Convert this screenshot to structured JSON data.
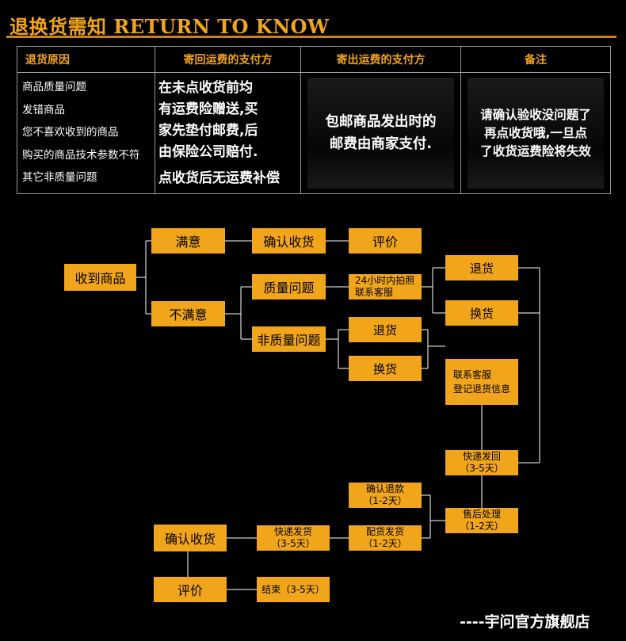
{
  "header": {
    "title": "退换货需知 RETURN TO KNOW"
  },
  "table": {
    "headers": [
      "退货原因",
      "寄回运费的支付方",
      "寄出运费的支付方",
      "备注"
    ],
    "reasons": [
      "商品质量问题",
      "发错商品",
      "您不喜欢收到的商品",
      "购买的商品技术参数不符",
      "其它非质量问题"
    ],
    "return_shipping_lines": [
      "在未点收货前均",
      "有运费险赠送,买",
      "家先垫付邮费,后",
      "由保险公司赔付."
    ],
    "return_shipping_note": "点收货后无运费补偿",
    "send_shipping_lines": [
      "包邮商品发出时的",
      "邮费由商家支付."
    ],
    "remark_lines": [
      "请确认验收没问题了",
      "再点收货哦,一旦点",
      "了收货运费险将失效"
    ]
  },
  "flow": {
    "receive": "收到商品",
    "satisfied": "满意",
    "confirm_receipt": "确认收货",
    "review": "评价",
    "unsatisfied": "不满意",
    "quality_issue": "质量问题",
    "contact_24h": [
      "24小时内拍照",
      "联系客服"
    ],
    "return_q": "退货",
    "exchange_q": "换货",
    "non_quality_issue": "非质量问题",
    "return_nq": "退货",
    "exchange_nq": "换货",
    "contact_register": [
      "联系客服",
      "登记退货信息"
    ],
    "express_back": [
      "快递发回",
      "（3-5天）"
    ],
    "after_sales": [
      "售后处理",
      "（1-2天）"
    ],
    "confirm_refund": [
      "确认退款",
      "（1-2天）"
    ],
    "dispatch": [
      "配货发货",
      "（1-2天）"
    ],
    "express_ship": [
      "快递发货",
      "（3-5天）"
    ],
    "confirm_receipt_2": "确认收货",
    "review_2": "评价",
    "end": "结束（3-5天）"
  },
  "footer": {
    "signature": "----宇问官方旗舰店"
  },
  "colors": {
    "accent": "#f1a51a",
    "background": "#000000",
    "line": "#ffffff",
    "table_border": "#9a9a9a"
  }
}
